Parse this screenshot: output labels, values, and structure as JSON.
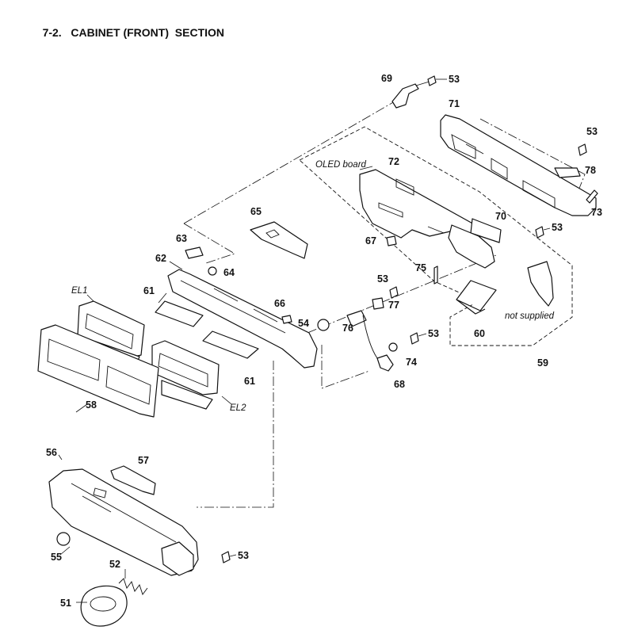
{
  "header": {
    "number": "7-2.",
    "title": "CABINET (FRONT)  SECTION"
  },
  "callouts": {
    "c51": "51",
    "c52": "52",
    "c53a": "53",
    "c53b": "53",
    "c53c": "53",
    "c53d": "53",
    "c53e": "53",
    "c53f": "53",
    "c54": "54",
    "c55": "55",
    "c56": "56",
    "c57": "57",
    "c58": "58",
    "c59": "59",
    "c60": "60",
    "c61a": "61",
    "c61b": "61",
    "c62": "62",
    "c63": "63",
    "c64": "64",
    "c65": "65",
    "c66": "66",
    "c67": "67",
    "c68": "68",
    "c69": "69",
    "c70": "70",
    "c71": "71",
    "c72": "72",
    "c73": "73",
    "c74": "74",
    "c75": "75",
    "c76": "76",
    "c77": "77",
    "c78": "78",
    "el1": "EL1",
    "el2": "EL2"
  },
  "labels": {
    "oled_board": "OLED board",
    "not_supplied": "not supplied"
  }
}
